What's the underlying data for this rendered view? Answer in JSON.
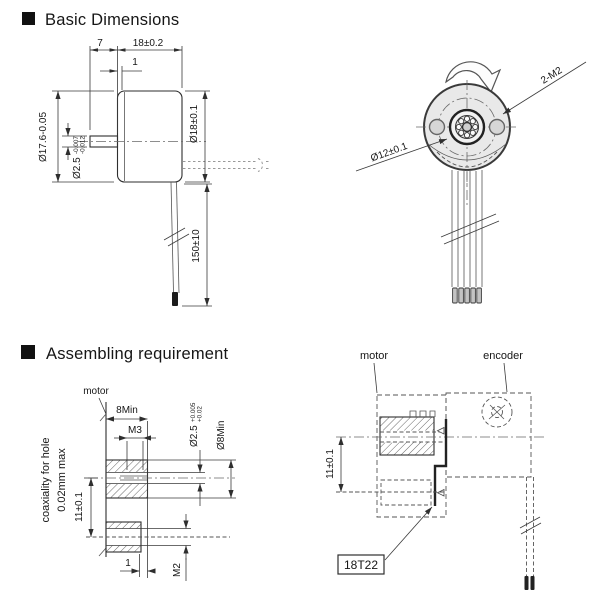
{
  "colors": {
    "ink": "#2e2e2e",
    "metal_fill": "#e9e9e9",
    "background": "#ffffff"
  },
  "headings": {
    "basic": "Basic Dimensions",
    "assembling": "Assembling requirement"
  },
  "side_view": {
    "dim_front_length": "7",
    "dim_body_length": "18±0.2",
    "dim_pinion_offset": "1",
    "dim_front_dia": "Ø17.6-0.05",
    "dim_shaft_dia": "Ø2.5",
    "dim_shaft_tol_up": "-0.007",
    "dim_shaft_tol_low": "-0.012",
    "dim_body_dia": "Ø18±0.1",
    "dim_wire_length": "150±10"
  },
  "front_view": {
    "dim_screw_holes": "2-M2",
    "dim_bolt_circle": "Ø12±0.1"
  },
  "assembly_left": {
    "label_motor": "motor",
    "dim_boss_length": "8Min",
    "dim_tap": "M3",
    "dim_hole_dia": "Ø2.5",
    "dim_hole_tol_up": "+0.005",
    "dim_hole_tol_low": "+0.02",
    "dim_boss_dia": "Ø8Min",
    "coax_line1": "coaxiality for hole",
    "coax_line2": "0.02mm max",
    "dim_hole_pitch": "11±0.1",
    "dim_screw_tap": "M2",
    "dim_step": "1"
  },
  "assembly_right": {
    "label_motor": "motor",
    "label_encoder": "encoder",
    "dim_hole_pitch": "11±0.1",
    "part_code": "18T22"
  }
}
